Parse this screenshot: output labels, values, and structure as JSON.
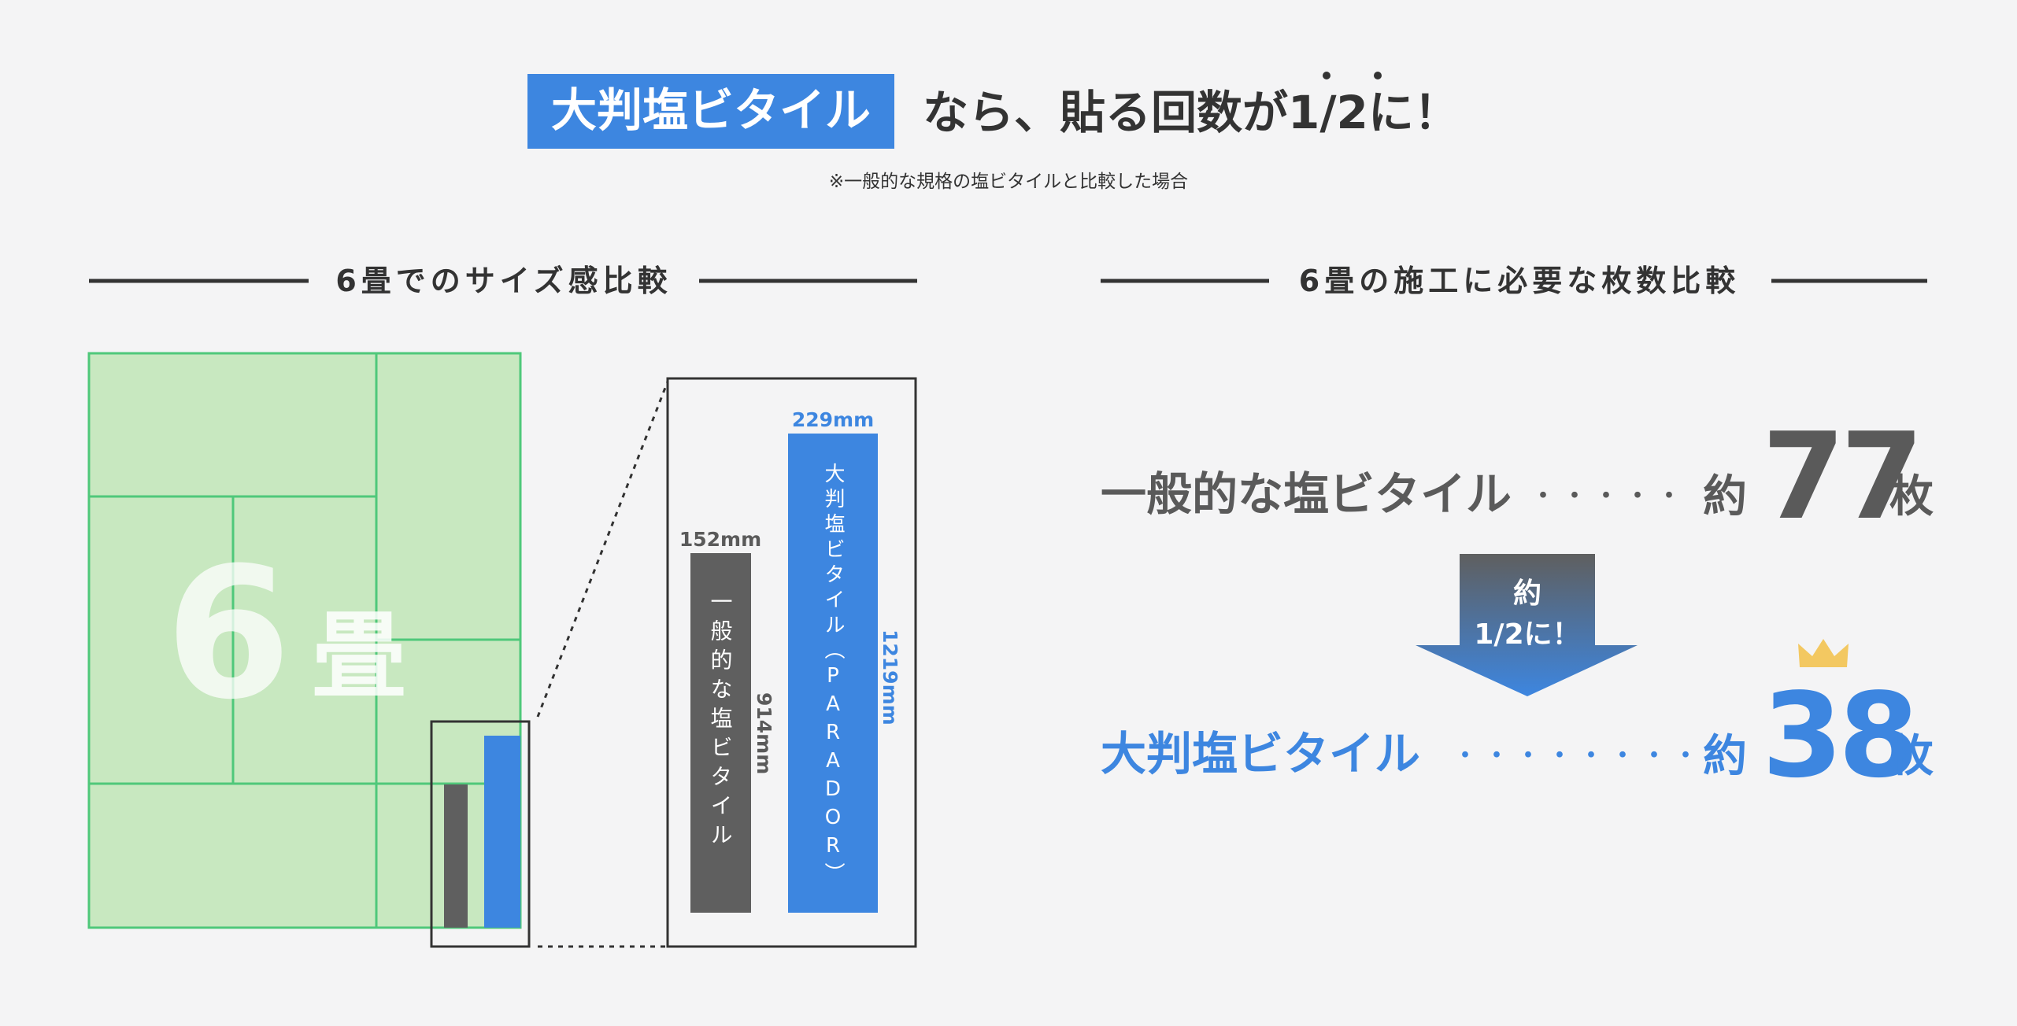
{
  "headline": {
    "badge": "大判塩ビタイル",
    "text": "なら、貼る回数が1/2に！",
    "note": "※一般的な規格の塩ビタイルと比較した場合"
  },
  "left_section": {
    "title": "6畳でのサイズ感比較",
    "room_number": "6",
    "room_unit": "畳",
    "general_tile": {
      "label": "一般的な塩ビタイル",
      "width": "152mm",
      "length": "914mm"
    },
    "large_tile": {
      "label": "大判塩ビタイル（PARADOR）",
      "width": "229mm",
      "length": "1219mm"
    }
  },
  "right_section": {
    "title": "6畳の施工に必要な枚数比較",
    "general_row": {
      "label": "一般的な塩ビタイル",
      "dots": "・・・・・",
      "prefix": "約",
      "count": "77",
      "unit": "枚"
    },
    "arrow": {
      "line1": "約",
      "line2": "1/2に！"
    },
    "large_row": {
      "label": "大判塩ビタイル",
      "dots": "・・・・・・・・",
      "prefix": "約",
      "count": "38",
      "unit": "枚"
    }
  },
  "colors": {
    "background": "#f4f4f5",
    "blue": "#3d86e0",
    "gray_dark": "#5f5f5f",
    "gray_text": "#5a5a5a",
    "tatami_fill": "#c8e8c0",
    "tatami_line": "#4fc87a",
    "crown": "#f3c861",
    "title_text": "#333333"
  }
}
